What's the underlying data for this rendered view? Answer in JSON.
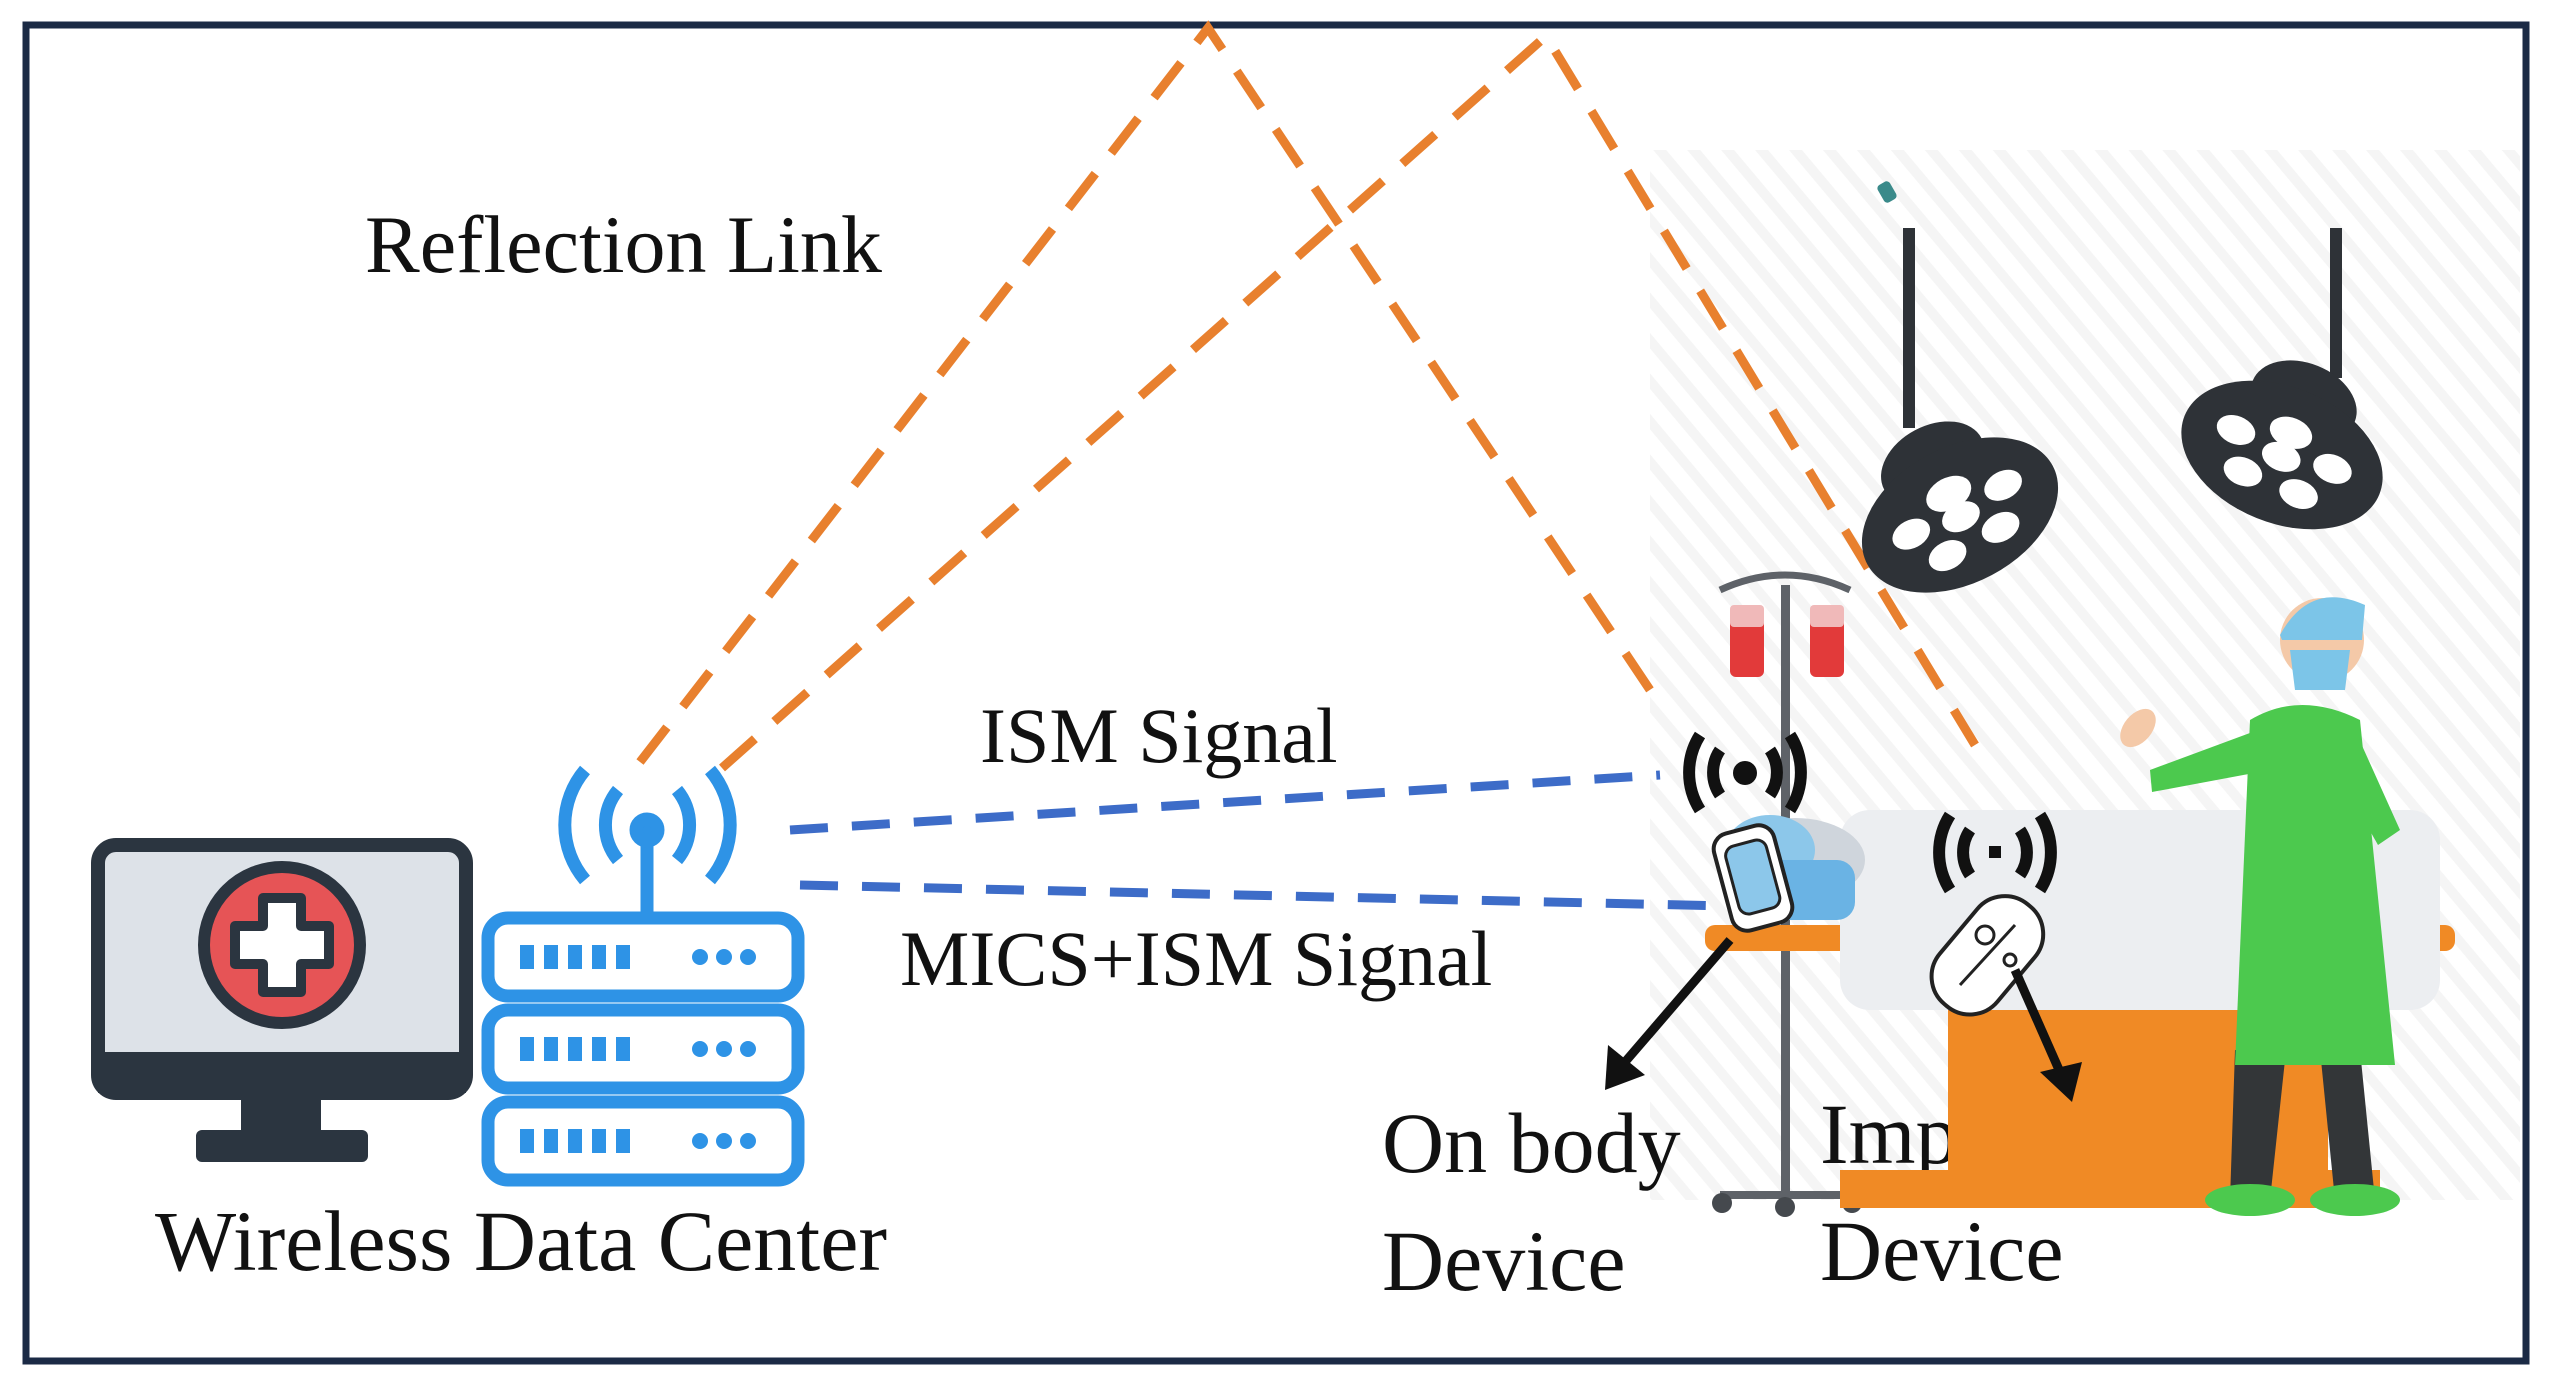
{
  "labels": {
    "reflection_link": "Reflection Link",
    "ism_signal": "ISM Signal",
    "mics_ism_signal": "MICS+ISM Signal",
    "wireless_data_center": "Wireless Data Center",
    "on_body_line1": "On body",
    "on_body_line2": "Device",
    "implanted_line1": "Implanted",
    "implanted_line2": "Device"
  },
  "colors": {
    "frame": "#1b2a45",
    "reflection": "#e8802e",
    "signal": "#3d6cc8",
    "server": "#2e93e6",
    "monitor_dark": "#2b3540",
    "monitor_screen": "#dde2e8",
    "medical_red": "#e65456",
    "bed_orange": "#f08a25",
    "scrubs_green": "#4cc94e",
    "cap_blue": "#7cc5e8",
    "lamp_dark": "#2e3237",
    "blood_red": "#e23a3a"
  },
  "icons": {
    "monitor": "medical-monitor-icon",
    "server": "server-rack-icon",
    "tower": "antenna-tower-icon",
    "on_body_broadcast": "broadcast-icon",
    "implant_broadcast": "broadcast-icon",
    "lamps": "surgical-lamp-icon",
    "iv": "iv-stand-icon",
    "doctor": "surgeon-icon",
    "bed": "operating-table-icon"
  }
}
